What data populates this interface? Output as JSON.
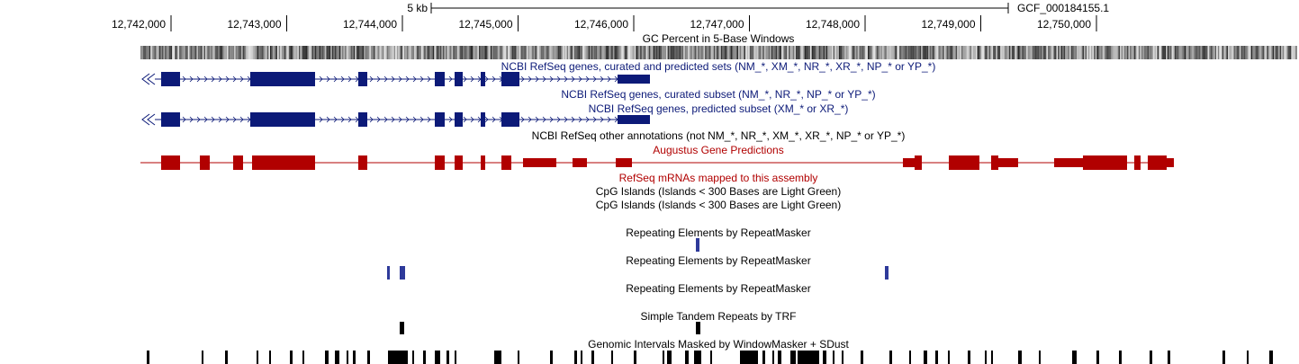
{
  "scale_bar": {
    "label": "5 kb",
    "assembly": "GCF_000184155.1"
  },
  "ruler": {
    "ticks": [
      "12,742,000",
      "12,743,000",
      "12,744,000",
      "12,745,000",
      "12,746,000",
      "12,747,000",
      "12,748,000",
      "12,749,000",
      "12,750,000"
    ]
  },
  "tracks": {
    "gc_percent": "GC Percent in 5-Base Windows",
    "refseq_all": "NCBI RefSeq genes, curated and predicted sets (NM_*, XM_*, NR_*, XR_*, NP_* or YP_*)",
    "refseq_curated": "NCBI RefSeq genes, curated subset (NM_*, NR_*, NP_* or YP_*)",
    "refseq_predicted": "NCBI RefSeq genes, predicted subset (XM_* or XR_*)",
    "refseq_other": "NCBI RefSeq other annotations (not NM_*, NR_*, XM_*, XR_*, NP_* or YP_*)",
    "augustus": "Augustus Gene Predictions",
    "refseq_mrna": "RefSeq mRNAs mapped to this assembly",
    "cpg_1": "CpG Islands (Islands < 300 Bases are Light Green)",
    "cpg_2": "CpG Islands (Islands < 300 Bases are Light Green)",
    "rmsk_1": "Repeating Elements by RepeatMasker",
    "rmsk_2": "Repeating Elements by RepeatMasker",
    "rmsk_3": "Repeating Elements by RepeatMasker",
    "trf": "Simple Tandem Repeats by TRF",
    "windowmasker": "Genomic Intervals Masked by WindowMasker + SDust"
  },
  "colors": {
    "text": "#000000",
    "refseq": "#0c1a78",
    "augustus": "#b10000",
    "repeatmasker": "#2e3a9a",
    "tandem": "#000000"
  }
}
